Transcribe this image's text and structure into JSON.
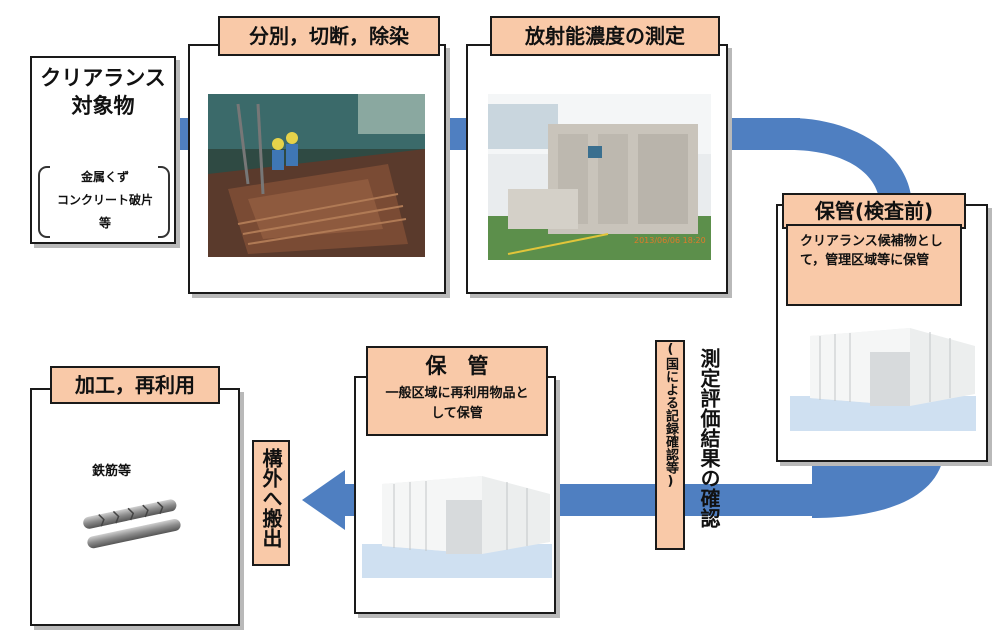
{
  "colors": {
    "flow": "#4f7fc1",
    "label_fill": "#f9c9a8",
    "border": "#1a1a1a"
  },
  "steps": {
    "clearance_target": {
      "title": "クリアランス\n対象物",
      "items": [
        "金属くず",
        "コンクリート破片",
        "等"
      ]
    },
    "sort_cut_decon": {
      "title": "分別，切断，除染"
    },
    "radioactivity_measure": {
      "title": "放射能濃度の測定",
      "photo_timestamp": "2013/06/06 18:20"
    },
    "storage_before_inspection": {
      "title": "保管(検査前)",
      "note": "クリアランス候補物として，管理区域等に保管"
    },
    "evaluation_confirm": {
      "title": "測定評価結果の確認",
      "sub": "(国による記録確認等)"
    },
    "storage": {
      "title": "保　管",
      "note": "一般区域に再利用物品として保管"
    },
    "carry_out": {
      "title": "構外へ搬出"
    },
    "process_reuse": {
      "title": "加工，再利用",
      "item": "鉄筋等"
    }
  },
  "icons": [
    "scrap-metal-photo",
    "measuring-equipment-photo",
    "tent-warehouse-photo",
    "rebar-icon",
    "flow-arrow"
  ]
}
